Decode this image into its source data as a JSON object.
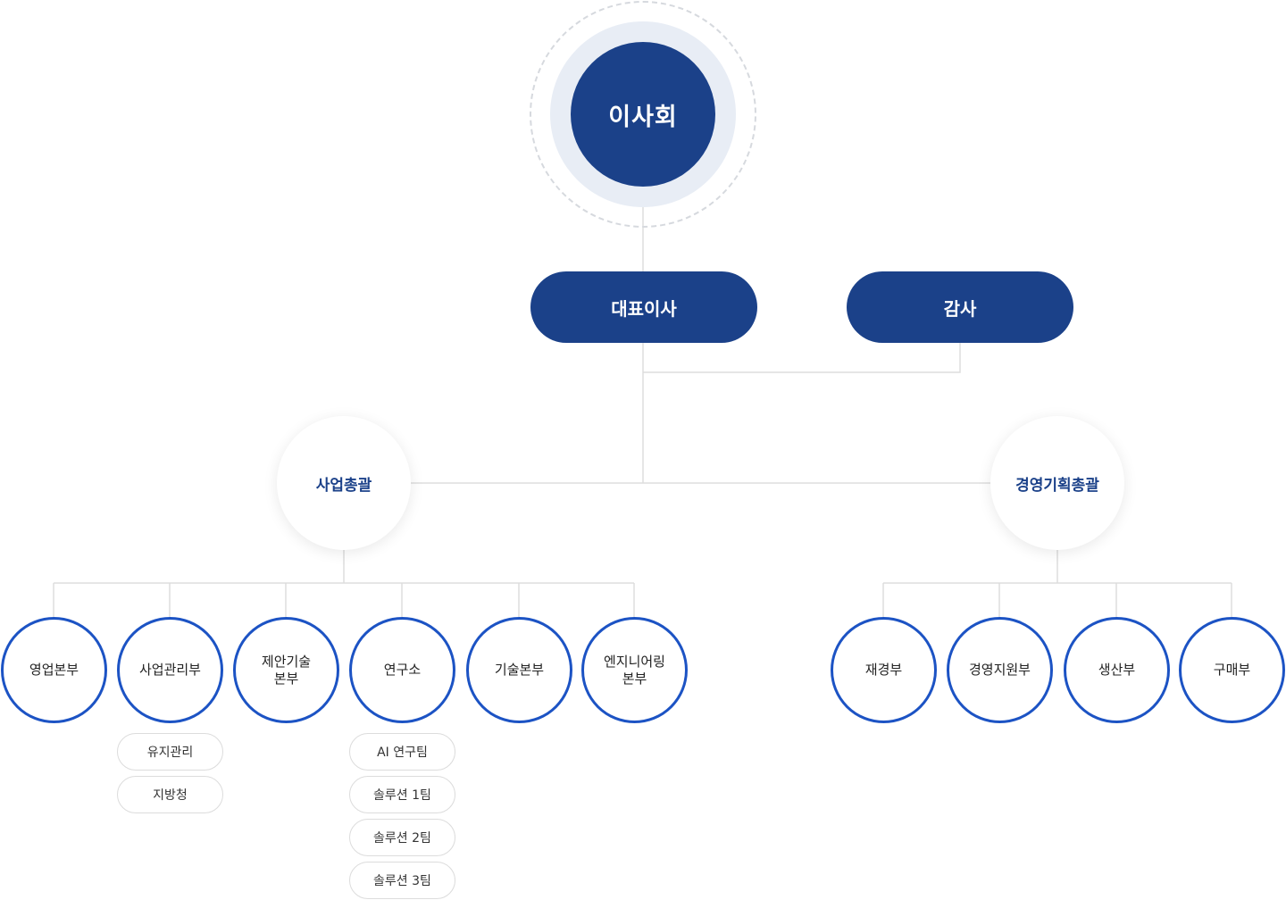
{
  "board": {
    "label": "이사회"
  },
  "executives": {
    "ceo": "대표이사",
    "audit": "감사"
  },
  "divisions": {
    "business": {
      "label": "사업총괄",
      "departments": [
        {
          "label": "영업본부",
          "subteams": []
        },
        {
          "label": "사업관리부",
          "subteams": [
            "유지관리",
            "지방청"
          ]
        },
        {
          "label": "제안기술\n본부",
          "subteams": []
        },
        {
          "label": "연구소",
          "subteams": [
            "AI 연구팀",
            "솔루션 1팀",
            "솔루션 2팀",
            "솔루션 3팀"
          ]
        },
        {
          "label": "기술본부",
          "subteams": []
        },
        {
          "label": "엔지니어링\n본부",
          "subteams": []
        }
      ]
    },
    "management": {
      "label": "경영기획총괄",
      "departments": [
        {
          "label": "재경부",
          "subteams": []
        },
        {
          "label": "경영지원부",
          "subteams": []
        },
        {
          "label": "생산부",
          "subteams": []
        },
        {
          "label": "구매부",
          "subteams": []
        }
      ]
    }
  },
  "colors": {
    "primary": "#1b4189",
    "dept_border": "#1c53c4",
    "connector": "#dddddd"
  }
}
